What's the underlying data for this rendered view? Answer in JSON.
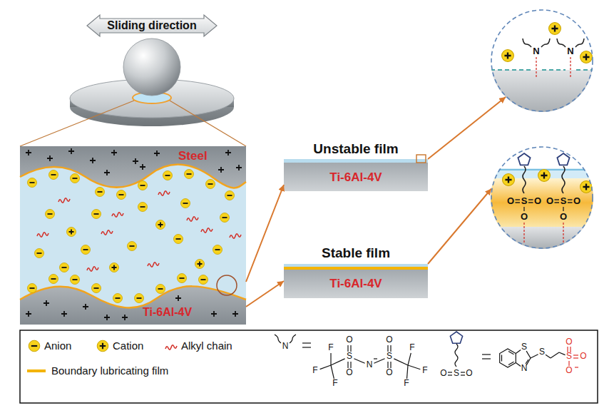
{
  "diagram": {
    "nodes": [
      {
        "text": [
          "Sliding direction"
        ]
      },
      {
        "text": [
          "Steel",
          "Ti-6Al-4V"
        ]
      },
      {
        "text": [
          "Unstable film",
          "Ti-6Al-4V"
        ]
      },
      {
        "text": [
          "Stable film",
          "Ti-6Al-4V"
        ]
      },
      {
        "text": [
          "N",
          "N"
        ]
      },
      {
        "text": [
          "O",
          "S",
          "O",
          "O",
          "S",
          "O",
          "O",
          "O"
        ]
      }
    ],
    "edges": [
      {
        "from": 1,
        "to": 2,
        "arrow": "to"
      },
      {
        "from": 1,
        "to": 3,
        "arrow": "to"
      },
      {
        "from": 2,
        "to": 4,
        "arrow": "to"
      },
      {
        "from": 3,
        "to": 5,
        "arrow": "to"
      }
    ],
    "labels": [
      "N",
      "F",
      "F",
      "F",
      "S",
      "O",
      "O",
      "N",
      "S",
      "O",
      "O",
      "F",
      "F",
      "F",
      "O",
      "S",
      "O",
      "S",
      "N",
      "S",
      "S",
      "O",
      "O",
      "O"
    ],
    "legend": [
      {
        "text": "Anion"
      },
      {
        "text": "Cation"
      },
      {
        "text": "Alkyl chain"
      },
      {
        "text": "Boundary lubricating film"
      }
    ]
  }
}
